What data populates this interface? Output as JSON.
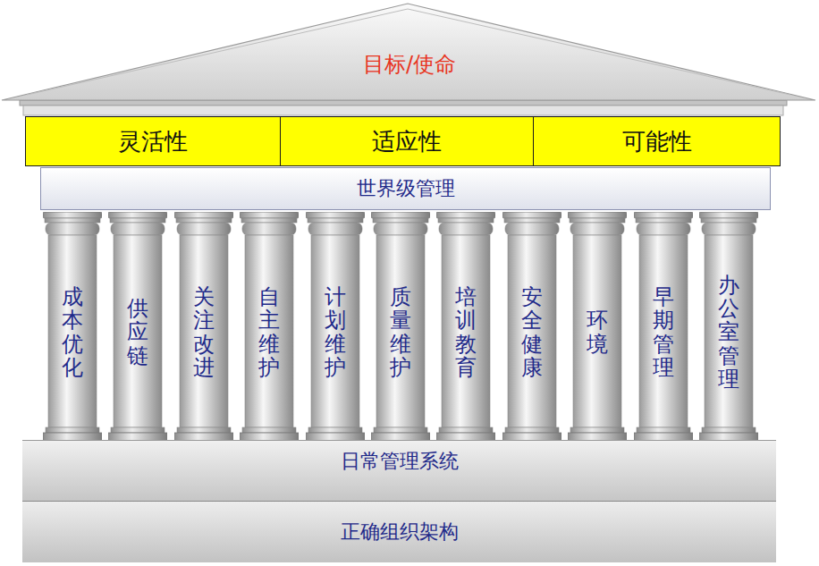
{
  "diagram": {
    "nodes": [
      {
        "text": [
          "目标/使命"
        ]
      },
      {
        "text": [
          "灵活性"
        ]
      },
      {
        "text": [
          "适应性"
        ]
      },
      {
        "text": [
          "可能性"
        ]
      },
      {
        "text": [
          "世界级管理"
        ]
      },
      {
        "text": [
          "成本优化"
        ]
      },
      {
        "text": [
          "供应链"
        ]
      },
      {
        "text": [
          "关注改进"
        ]
      },
      {
        "text": [
          "自主维护"
        ]
      },
      {
        "text": [
          "计划维护"
        ]
      },
      {
        "text": [
          "质量维护"
        ]
      },
      {
        "text": [
          "培训教育"
        ]
      },
      {
        "text": [
          "安全健康"
        ]
      },
      {
        "text": [
          "环境"
        ]
      },
      {
        "text": [
          "早期管理"
        ]
      },
      {
        "text": [
          "办公室管理"
        ]
      },
      {
        "text": [
          "日常管理系统"
        ]
      },
      {
        "text": [
          "正确组织架构"
        ]
      }
    ]
  }
}
